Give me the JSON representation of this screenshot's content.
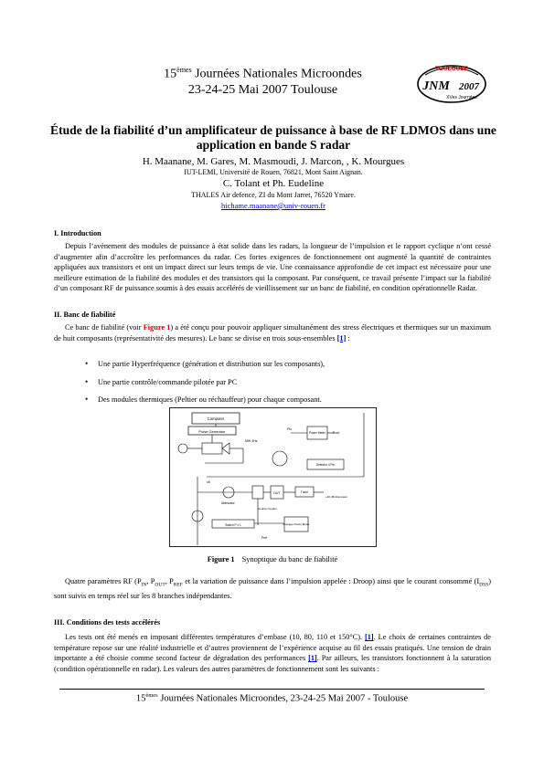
{
  "header": {
    "ordinal": "15",
    "ordinal_sup": "èmes",
    "line1_rest": " Journées Nationales Microondes",
    "line2": "23-24-25 Mai 2007 Toulouse"
  },
  "logo": {
    "top_text": "TOULOUSE",
    "mid_text": "JNM",
    "year": "2007",
    "bottom_text": "XVes Journées"
  },
  "title": "Étude de la fiabilité d’un amplificateur de puissance à base de RF LDMOS dans une application en bande S radar",
  "authors": {
    "names1": "H. Maanane, M. Gares, M. Masmoudi, J. Marcon, , K. Mourgues",
    "affil1": "IUT-LEMI, Université de Rouen, 76821, Mont Saint Aignan.",
    "names2": "C. Tolant et Ph. Eudeline",
    "affil2": "THALES Air defence, ZI du Mont Jarret, 76520 Ymare.",
    "email": "hichame.maanane@univ-rouen.fr"
  },
  "sections": {
    "s1_title": "I.   Introduction",
    "s1_body": "Depuis l’avènement des modules de puissance à état solide dans les radars, la longueur de l’impulsion et le rapport cyclique n’ont cessé d’augmenter afin d’accroître les performances du radar. Ces fortes exigences de fonctionnement ont augmenté la quantité de contraintes appliquées aux transistors et ont un impact direct sur leurs temps de vie. Une connaissance approfondie de cet impact est nécessaire pour une meilleure estimation de la fiabilité des modules et des transistors qui la composant. Par conséquent, ce travail présente l’impact sur la fiabilité d’un composant RF de puissance soumis à des essais accélérés de vieillissement sur un banc de fiabilité, en condition opérationnelle Radar.",
    "s2_title": "II.  Banc de fiabilité",
    "s2_p1_a": "Ce banc de fiabilité (voir ",
    "s2_p1_fig": "Figure 1",
    "s2_p1_b": ") a été conçu pour pouvoir appliquer simultanément des stress électriques et thermiques sur un maximum de huit composants (représentativité des mesures). Le banc se divise en trois sous-ensembles ",
    "s2_p1_ref": "[1]",
    "s2_p1_c": " :",
    "bullets": [
      "Une partie Hyperfréquence (génération et distribution sur les composants),",
      "Une partie contrôle/commande pilotée par PC",
      "Des modules thermiques (Peltier ou réchauffeur) pour chaque composant."
    ],
    "s2_p2_a": "Quatre paramètres RF (P",
    "s2_p2_in": "IN",
    "s2_p2_b": ", P",
    "s2_p2_out": "OUT",
    "s2_p2_c": ", P",
    "s2_p2_ref": "REF",
    "s2_p2_d": " et la variation de puissance dans l’impulsion appelée : Droop) ainsi que le courant consommé (I",
    "s2_p2_dss": "DSS",
    "s2_p2_e": ") sont suivis en temps réel sur les 8 branches indépendantes.",
    "s3_title": "III. Conditions des tests accélérés",
    "s3_a": "Les tests ont été menés en imposant différentes températures d’embase (10, 80, 110 et 150°C). ",
    "s3_ref1": "[1]",
    "s3_b": ". Le choix de certaines contraintes de température repose sur une réalité industrielle et d’autres proviennent de l’expérience acquise au fil des essais pratiqués. Une tension de drain importante a été choisie comme second facteur de dégradation des performances ",
    "s3_ref2": "[1]",
    "s3_c": ". Par ailleurs, les transistors fonctionnent à la saturation (condition opérationnelle en radar). Les valeurs des autres paramètres de fonctionnement sont les suivants :"
  },
  "figure": {
    "caption_label": "Figure 1",
    "caption_text": "Synoptique du banc de fiabilité",
    "labels": {
      "computer": "Computer",
      "pulse_gen": "Pulse Generator",
      "mw": "MW 4Hs",
      "pin": "Pin",
      "power_meter": "Power Meter",
      "pout": "Pout",
      "detector": "Detector 4 Pin",
      "x8": "x8",
      "attenuator": "Attenuator",
      "dut": "DUT",
      "tuner": "Tuner",
      "att2": "+40 dB Attenuator",
      "coupler": "Double Coupler",
      "switch": "Switch P x 1",
      "pref": "Pref",
      "sensor": "Average Power Meter"
    }
  },
  "footer": {
    "ordinal": "15",
    "ordinal_sup": "èmes",
    "rest": " Journées Nationales Microondes, 23-24-25 Mai 2007 - Toulouse"
  }
}
